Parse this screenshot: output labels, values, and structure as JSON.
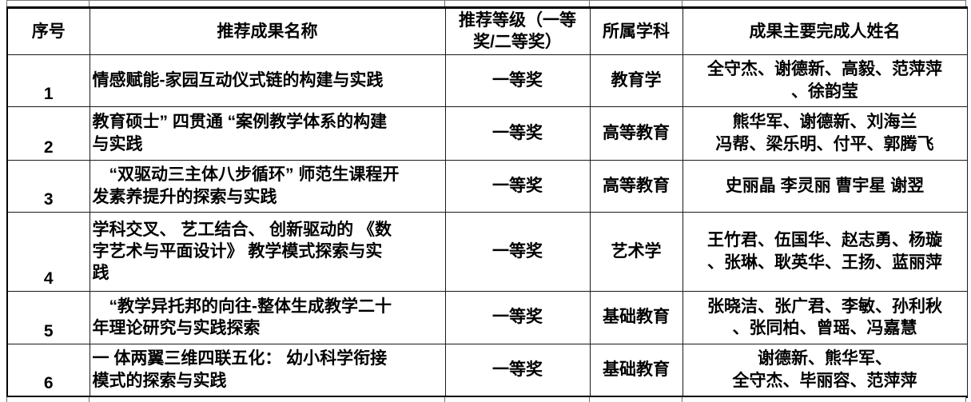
{
  "table": {
    "headers": {
      "no": "序号",
      "name": "推荐成果名称",
      "grade": "推荐等级（一等\n奖/二等奖）",
      "subject": "所属学科",
      "people": "成果主要完成人姓名"
    },
    "rows": [
      {
        "no": "1",
        "name": "情感赋能-家园互动仪式链的构建与实践",
        "grade": "一等奖",
        "subject": "教育学",
        "people": "全守杰、谢德新、高毅、范萍萍\n、徐韵莹"
      },
      {
        "no": "2",
        "name": "教育硕士” 四贯通 “案例教学体系的构建\n与实践",
        "grade": "一等奖",
        "subject": "高等教育",
        "people": "熊华军、谢德新、刘海兰\n冯帮、梁乐明、付平、郭腾飞"
      },
      {
        "no": "3",
        "name": "　“双驱动三主体八步循环” 师范生课程开\n发素养提升的探索与实践",
        "grade": "一等奖",
        "subject": "高等教育",
        "people": "史丽晶 李灵丽 曹宇星 谢翌"
      },
      {
        "no": "4",
        "name": "学科交叉、 艺工结合、 创新驱动的 《数\n字艺术与平面设计》 教学模式探索与实\n践",
        "grade": "一等奖",
        "subject": "艺术学",
        "people": "王竹君、伍国华、赵志勇、杨璇\n、张琳、耿英华、王扬、蓝丽萍"
      },
      {
        "no": "5",
        "name": "　“教学异托邦的向往-整体生成教学二十\n年理论研究与实践探索",
        "grade": "一等奖",
        "subject": "基础教育",
        "people": "张晓洁、张广君、李敏、孙利秋\n、张同柏、曾瑶、冯嘉慧"
      },
      {
        "no": "6",
        "name": "一 体两翼三维四联五化： 幼小科学衔接\n模式的探索与实践",
        "grade": "一等奖",
        "subject": "基础教育",
        "people": "谢德新、熊华军、\n全守杰、毕丽容、范萍萍"
      }
    ]
  },
  "colors": {
    "background": "#ffffff",
    "text": "#000000",
    "border": "#000000"
  }
}
